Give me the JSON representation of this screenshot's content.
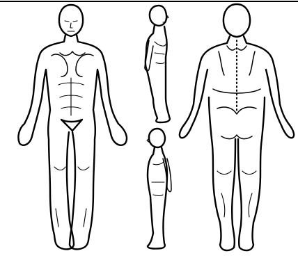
{
  "figure": {
    "line_color": "#000000",
    "background_color": "#ffffff",
    "views": [
      "front",
      "right-side",
      "left-side",
      "back"
    ]
  }
}
